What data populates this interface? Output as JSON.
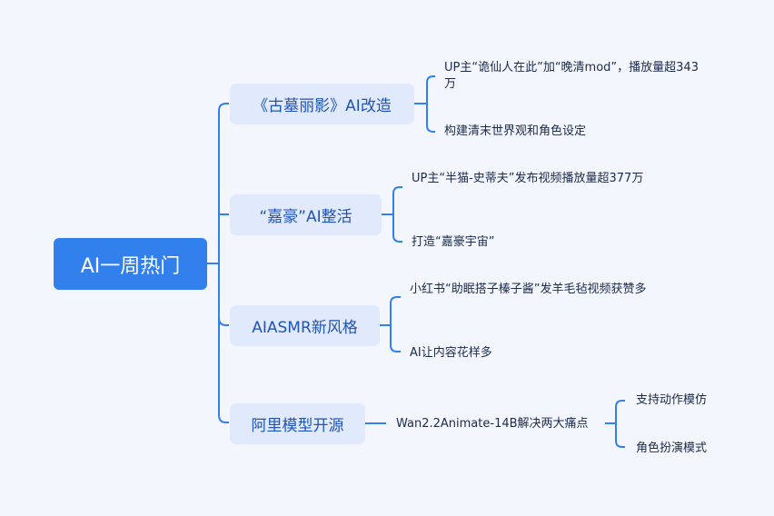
{
  "root": {
    "label": "AI一周热门"
  },
  "topics": [
    {
      "label": "《古墓丽影》AI改造",
      "children": [
        "UP主“诡仙人在此”加“晚清mod”，播放量超343万",
        "构建清末世界观和角色设定"
      ]
    },
    {
      "label": "“嘉豪”AI整活",
      "children": [
        "UP主“半猫-史蒂夫”发布视频播放量超377万",
        "打造“嘉豪宇宙”"
      ]
    },
    {
      "label": "AIASMR新风格",
      "children": [
        "小红书“助眠搭子榛子酱”发羊毛毡视频获赞多",
        "AI让内容花样多"
      ]
    },
    {
      "label": "阿里模型开源",
      "mid": "Wan2.2Animate-14B解决两大痛点",
      "children": [
        "支持动作模仿",
        "角色扮演模式"
      ]
    }
  ],
  "colors": {
    "accent": "#3280ec",
    "topic_bg": "#e1e9fc",
    "background": "#f4f6fe"
  }
}
